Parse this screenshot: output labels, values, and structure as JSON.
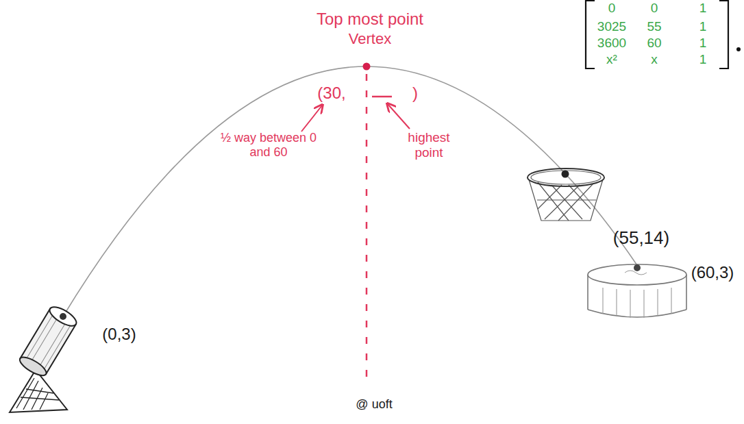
{
  "diagram": {
    "labels": [
      "Top most point",
      "Vertex",
      "(30,",
      ")",
      "½ way between 0 and 60",
      "highest point",
      "(0,3)",
      "(55,14)",
      "(60,3)",
      "@ uoft",
      "0",
      "0",
      "1",
      "3025",
      "55",
      "1",
      "3600",
      "60",
      "1",
      "x²",
      "x",
      "1"
    ]
  }
}
